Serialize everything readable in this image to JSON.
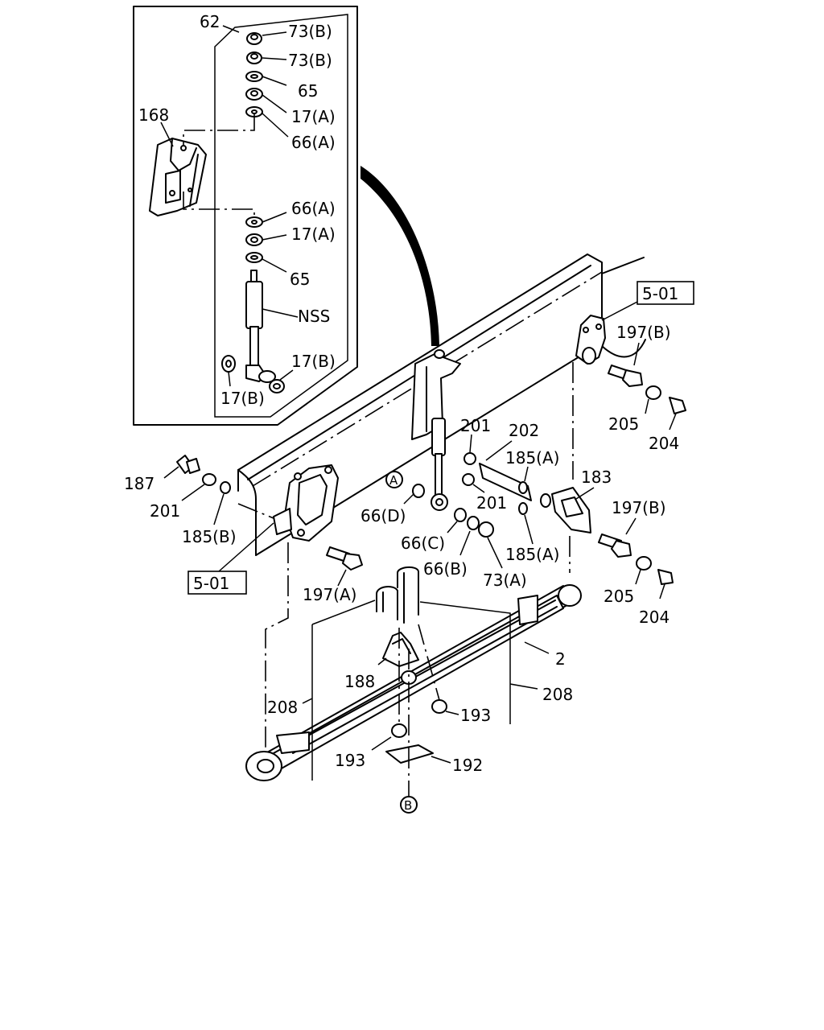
{
  "title": "",
  "reference_boxes": [
    "5-01",
    "5-01"
  ],
  "circle_markers": {
    "a": "A",
    "b": "B"
  },
  "inset_labels": {
    "l62": "62",
    "l73b_1": "73(B)",
    "l73b_2": "73(B)",
    "l65_1": "65",
    "l17a_1": "17(A)",
    "l66a_1": "66(A)",
    "l168": "168",
    "l66a_2": "66(A)",
    "l17a_2": "17(A)",
    "l65_2": "65",
    "lnss": "NSS",
    "l17b_1": "17(B)",
    "l17b_2": "17(B)"
  },
  "main_labels": {
    "l197b_1": "197(B)",
    "l205_1": "205",
    "l204_1": "204",
    "l201_1": "201",
    "l202": "202",
    "l185a_1": "185(A)",
    "l183": "183",
    "l201_2": "201",
    "l197b_2": "197(B)",
    "l185a_2": "185(A)",
    "l66d": "66(D)",
    "l66c": "66(C)",
    "l66b": "66(B)",
    "l73a": "73(A)",
    "l187": "187",
    "l201_3": "201",
    "l185b": "185(B)",
    "l197a": "197(A)",
    "l205_2": "205",
    "l204_2": "204",
    "l2": "2",
    "l188": "188",
    "l208_1": "208",
    "l208_2": "208",
    "l193_1": "193",
    "l193_2": "193",
    "l192": "192"
  }
}
